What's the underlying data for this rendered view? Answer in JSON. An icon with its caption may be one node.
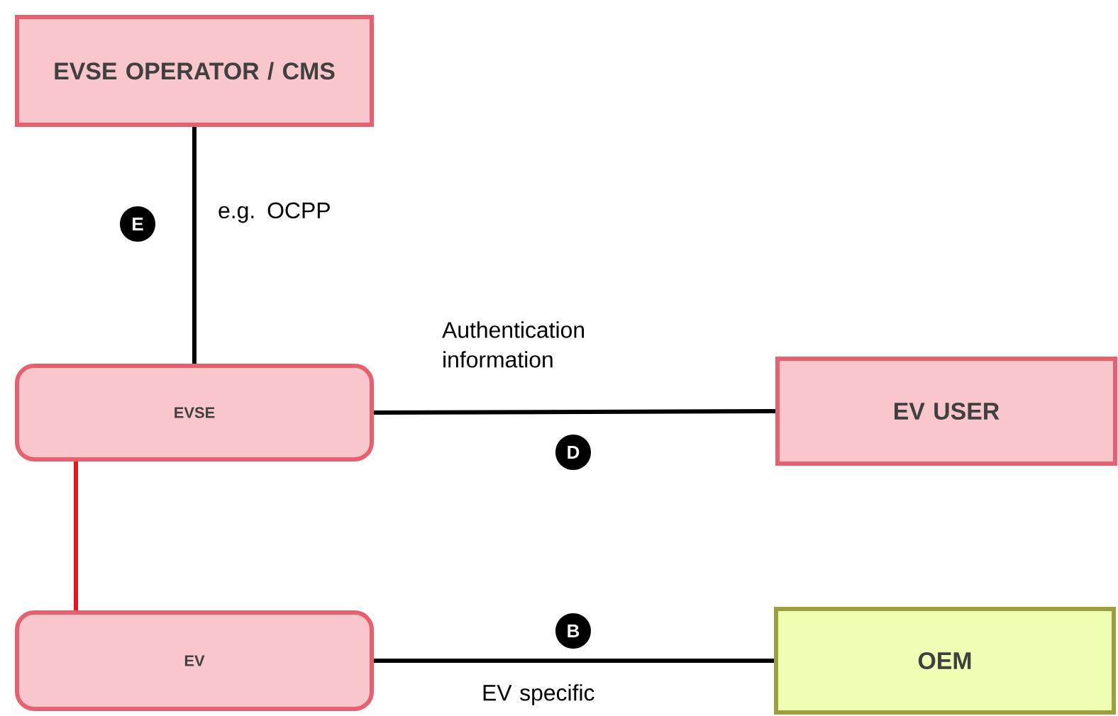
{
  "diagram": {
    "nodes": [
      {
        "text": [
          "EVSE OPERATOR / CMS"
        ]
      },
      {
        "text": [
          "EVSE"
        ]
      },
      {
        "text": [
          "EV USER"
        ]
      },
      {
        "text": [
          "EV"
        ]
      },
      {
        "text": [
          "OEM"
        ]
      }
    ],
    "edges": [
      {
        "from": 0,
        "to": 1,
        "arrow": "none",
        "label": "e.g. OCPP"
      },
      {
        "from": 1,
        "to": 2,
        "arrow": "none",
        "label": "Authentication information"
      },
      {
        "from": 1,
        "to": 3,
        "arrow": "none",
        "color": "#e8141c"
      },
      {
        "from": 3,
        "to": 4,
        "arrow": "none",
        "label": "EV specific"
      }
    ],
    "labels": [
      "E",
      "D",
      "B"
    ]
  }
}
